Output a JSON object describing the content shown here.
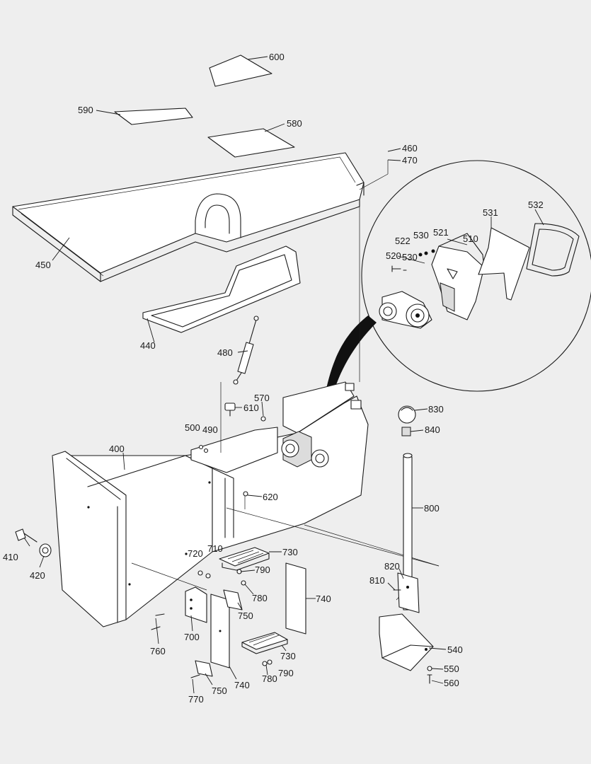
{
  "callouts": [
    {
      "id": "c600",
      "text": "600"
    },
    {
      "id": "c590",
      "text": "590"
    },
    {
      "id": "c580",
      "text": "580"
    },
    {
      "id": "c460",
      "text": "460"
    },
    {
      "id": "c470",
      "text": "470"
    },
    {
      "id": "c450",
      "text": "450"
    },
    {
      "id": "c440",
      "text": "440"
    },
    {
      "id": "c531",
      "text": "531"
    },
    {
      "id": "c532",
      "text": "532"
    },
    {
      "id": "c522",
      "text": "522"
    },
    {
      "id": "c530a",
      "text": "530"
    },
    {
      "id": "c521",
      "text": "521"
    },
    {
      "id": "c510",
      "text": "510"
    },
    {
      "id": "c520",
      "text": "520"
    },
    {
      "id": "c530b",
      "text": "530"
    },
    {
      "id": "c480",
      "text": "480"
    },
    {
      "id": "c570",
      "text": "570"
    },
    {
      "id": "c610",
      "text": "610"
    },
    {
      "id": "c500",
      "text": "500"
    },
    {
      "id": "c490",
      "text": "490"
    },
    {
      "id": "c400",
      "text": "400"
    },
    {
      "id": "c620",
      "text": "620"
    },
    {
      "id": "c830",
      "text": "830"
    },
    {
      "id": "c840",
      "text": "840"
    },
    {
      "id": "c800",
      "text": "800"
    },
    {
      "id": "c410",
      "text": "410"
    },
    {
      "id": "c420",
      "text": "420"
    },
    {
      "id": "c720",
      "text": "720"
    },
    {
      "id": "c710",
      "text": "710"
    },
    {
      "id": "c730a",
      "text": "730"
    },
    {
      "id": "c790a",
      "text": "790"
    },
    {
      "id": "c780a",
      "text": "780"
    },
    {
      "id": "c740a",
      "text": "740"
    },
    {
      "id": "c820",
      "text": "820"
    },
    {
      "id": "c810",
      "text": "810"
    },
    {
      "id": "c750a",
      "text": "750"
    },
    {
      "id": "c700",
      "text": "700"
    },
    {
      "id": "c760",
      "text": "760"
    },
    {
      "id": "c730b",
      "text": "730"
    },
    {
      "id": "c540",
      "text": "540"
    },
    {
      "id": "c550",
      "text": "550"
    },
    {
      "id": "c560",
      "text": "560"
    },
    {
      "id": "c780b",
      "text": "780"
    },
    {
      "id": "c790b",
      "text": "790"
    },
    {
      "id": "c740b",
      "text": "740"
    },
    {
      "id": "c750b",
      "text": "750"
    },
    {
      "id": "c770",
      "text": "770"
    }
  ]
}
